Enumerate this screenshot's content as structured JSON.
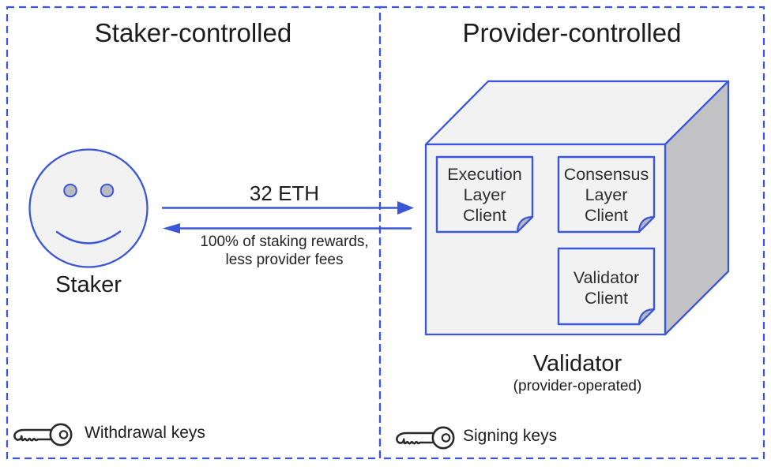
{
  "staker": {
    "title": "Staker-controlled",
    "actor_label": "Staker",
    "key_label": "Withdrawal keys"
  },
  "provider": {
    "title": "Provider-controlled",
    "validator_label": "Validator",
    "validator_sublabel": "(provider-operated)",
    "key_label": "Signing keys",
    "clients": {
      "execution": "Execution\nLayer\nClient",
      "consensus": "Consensus\nLayer\nClient",
      "validator": "Validator\nClient"
    }
  },
  "flows": {
    "deposit_label": "32 ETH",
    "rewards_label": "100% of staking rewards,\nless provider fees"
  },
  "icons": {
    "staker": "smiley-face-icon",
    "withdrawal": "key-icon",
    "signing": "key-icon"
  },
  "colors": {
    "accent": "#3c56d8",
    "fill_light": "#f2f2f3",
    "fill_dark": "#c2c2c4",
    "eye_fill": "#b9bac2",
    "fold_fill": "#b9b9bd",
    "ink": "#1c1c1e",
    "note_text": "#2e2e30",
    "key_stroke": "#2a2a2a"
  }
}
